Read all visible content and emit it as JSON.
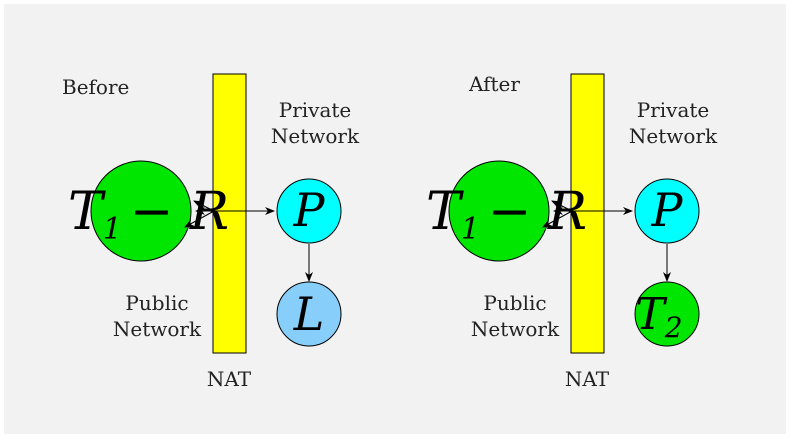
{
  "colors": {
    "background": "#f2f2f2",
    "nat_bar": "#ffff00",
    "node_green": "#00e600",
    "node_cyan": "#00ffff",
    "node_lightblue": "#87cefa",
    "stroke": "#000000"
  },
  "panels": [
    {
      "heading": "Before",
      "private_network": [
        "Private",
        "Network"
      ],
      "public_network": [
        "Public",
        "Network"
      ],
      "nat_label": "NAT",
      "peer_node": {
        "main": "T",
        "sub": "1",
        "suffix": "− R"
      },
      "private_node": {
        "main": "P",
        "sub": ""
      },
      "bottom_node": {
        "main": "L",
        "sub": ""
      }
    },
    {
      "heading": "After",
      "private_network": [
        "Private",
        "Network"
      ],
      "public_network": [
        "Public",
        "Network"
      ],
      "nat_label": "NAT",
      "peer_node": {
        "main": "T",
        "sub": "1",
        "suffix": "− R"
      },
      "private_node": {
        "main": "P",
        "sub": ""
      },
      "bottom_node": {
        "main": "T",
        "sub": "2"
      }
    }
  ]
}
